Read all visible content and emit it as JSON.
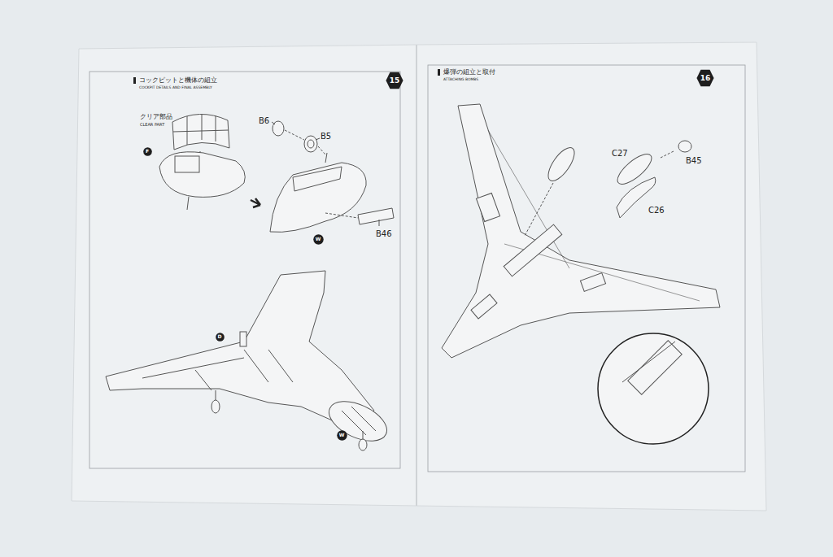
{
  "diagram": {
    "nodes": [
      {
        "text": [
          "15"
        ]
      },
      {
        "text": [
          "16"
        ]
      },
      {
        "text": [
          "F"
        ]
      },
      {
        "text": [
          "W"
        ]
      },
      {
        "text": [
          "D"
        ]
      },
      {
        "text": [
          "W"
        ]
      }
    ],
    "labels": [
      "コックピットと機体の組立",
      "COCKPIT DETAILS AND FINAL ASSEMBLY",
      "クリア部品",
      "CLEAR PART",
      "B6",
      "B5",
      "B46",
      "爆弾の組立と取付",
      "ATTACHING BOMBS",
      "C27",
      "B45",
      "C26"
    ]
  }
}
